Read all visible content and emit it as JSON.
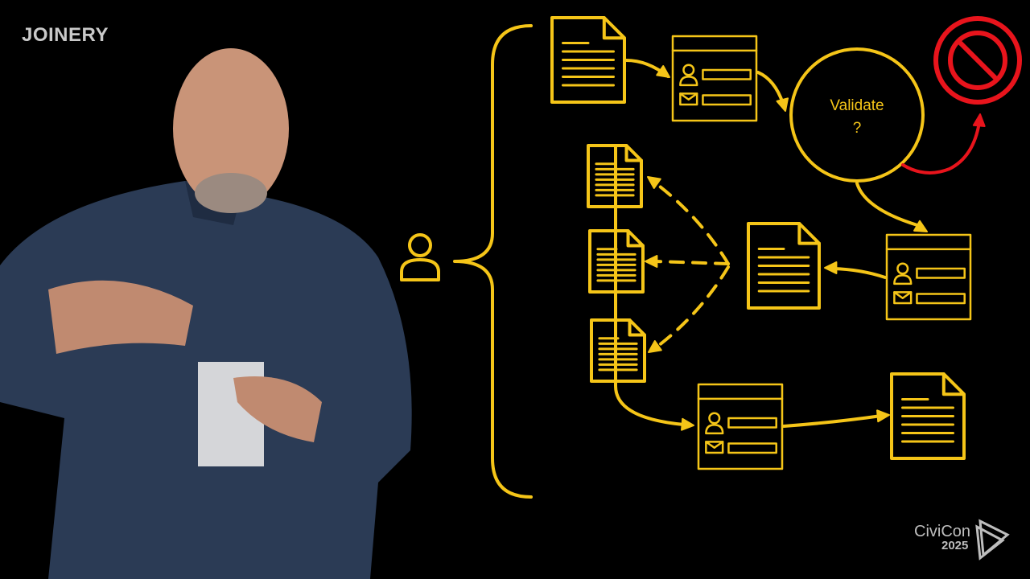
{
  "branding": {
    "logo": "JOINERY",
    "event_name": "CiviCon",
    "event_year": "2025"
  },
  "diagram": {
    "decision_label": "Validate",
    "decision_mark": "?"
  },
  "colors": {
    "accent": "#f5c518",
    "reject": "#e8141c",
    "background": "#000000"
  }
}
